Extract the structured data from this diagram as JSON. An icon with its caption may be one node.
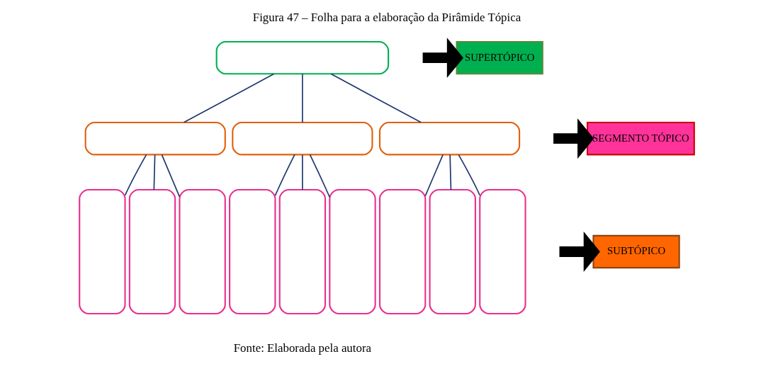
{
  "diagram": {
    "title": "Figura 47 – Folha para a elaboração da Pirâmide Tópica",
    "caption": "Fonte: Elaborada pela autora",
    "nodes": [
      {
        "text": [],
        "shape": "box"
      },
      {
        "text": [],
        "shape": "box"
      },
      {
        "text": [],
        "shape": "box"
      },
      {
        "text": [],
        "shape": "box"
      },
      {
        "text": [],
        "shape": "box"
      },
      {
        "text": [],
        "shape": "box"
      },
      {
        "text": [],
        "shape": "box"
      },
      {
        "text": [],
        "shape": "box"
      },
      {
        "text": [],
        "shape": "box"
      },
      {
        "text": [],
        "shape": "box"
      },
      {
        "text": [],
        "shape": "box"
      },
      {
        "text": [],
        "shape": "box"
      },
      {
        "text": [],
        "shape": "box"
      },
      {
        "text": [
          "SUPERTÓPICO"
        ]
      },
      {
        "text": [
          "SEGMENTO TÓPICO"
        ]
      },
      {
        "text": [
          "SUBTÓPICO"
        ]
      }
    ],
    "edges": [
      {
        "from": 0,
        "to": 1,
        "arrow": "none"
      },
      {
        "from": 0,
        "to": 2,
        "arrow": "none"
      },
      {
        "from": 0,
        "to": 3,
        "arrow": "none"
      },
      {
        "from": 1,
        "to": 4,
        "arrow": "none"
      },
      {
        "from": 1,
        "to": 5,
        "arrow": "none"
      },
      {
        "from": 1,
        "to": 6,
        "arrow": "none"
      },
      {
        "from": 2,
        "to": 7,
        "arrow": "none"
      },
      {
        "from": 2,
        "to": 8,
        "arrow": "none"
      },
      {
        "from": 2,
        "to": 9,
        "arrow": "none"
      },
      {
        "from": 3,
        "to": 10,
        "arrow": "none"
      },
      {
        "from": 3,
        "to": 11,
        "arrow": "none"
      },
      {
        "from": 3,
        "to": 12,
        "arrow": "none"
      },
      {
        "from": null,
        "to": 13,
        "arrow": "to",
        "style": "thick",
        "color": "#000000"
      },
      {
        "from": null,
        "to": 14,
        "arrow": "to",
        "style": "thick",
        "color": "#000000"
      },
      {
        "from": null,
        "to": 15,
        "arrow": "to",
        "style": "thick",
        "color": "#000000"
      }
    ]
  }
}
